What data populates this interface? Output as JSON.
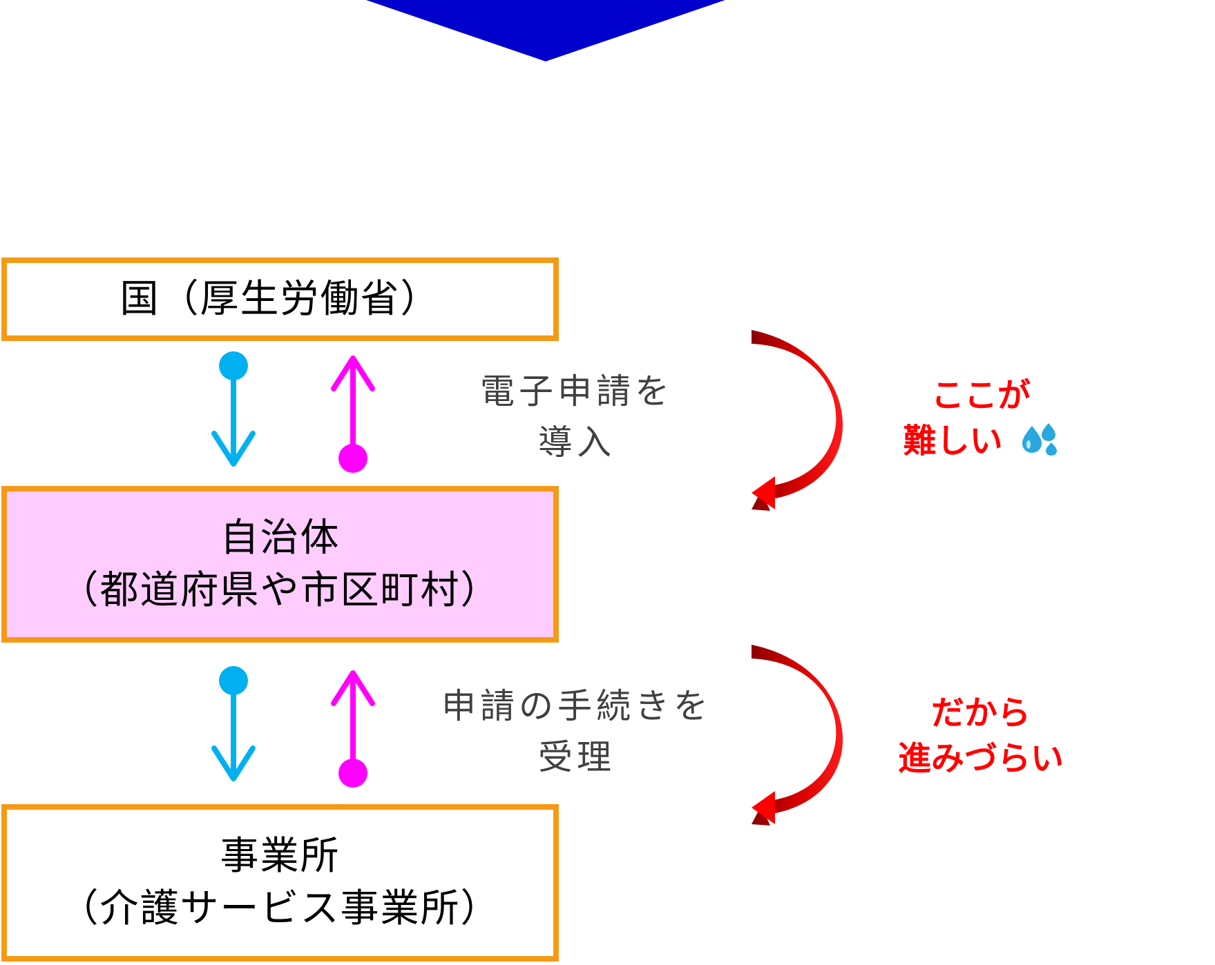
{
  "nodes": {
    "national": {
      "line1": "国（厚生労働省）"
    },
    "local": {
      "line1": "自治体",
      "line2": "（都道府県や市区町村）"
    },
    "office": {
      "line1": "事業所",
      "line2": "（介護サービス事業所）"
    }
  },
  "links": {
    "upper": {
      "line1": "電子申請を",
      "line2": "導入"
    },
    "lower": {
      "line1": "申請の手続きを",
      "line2": "受理"
    }
  },
  "remarks": {
    "upper": {
      "line1": "ここが",
      "line2": "難しい",
      "icon": "sweat-drops-icon"
    },
    "lower": {
      "line1": "だから",
      "line2": "進みづらい"
    }
  },
  "colors": {
    "box_border": "#f59a16",
    "local_fill": "#ffccff",
    "down_arrow": "#00b0f0",
    "up_arrow": "#ff00ff",
    "curve_arrow": "#e00000",
    "remark_text": "#ff0000",
    "top_chevron": "#0000cc"
  }
}
